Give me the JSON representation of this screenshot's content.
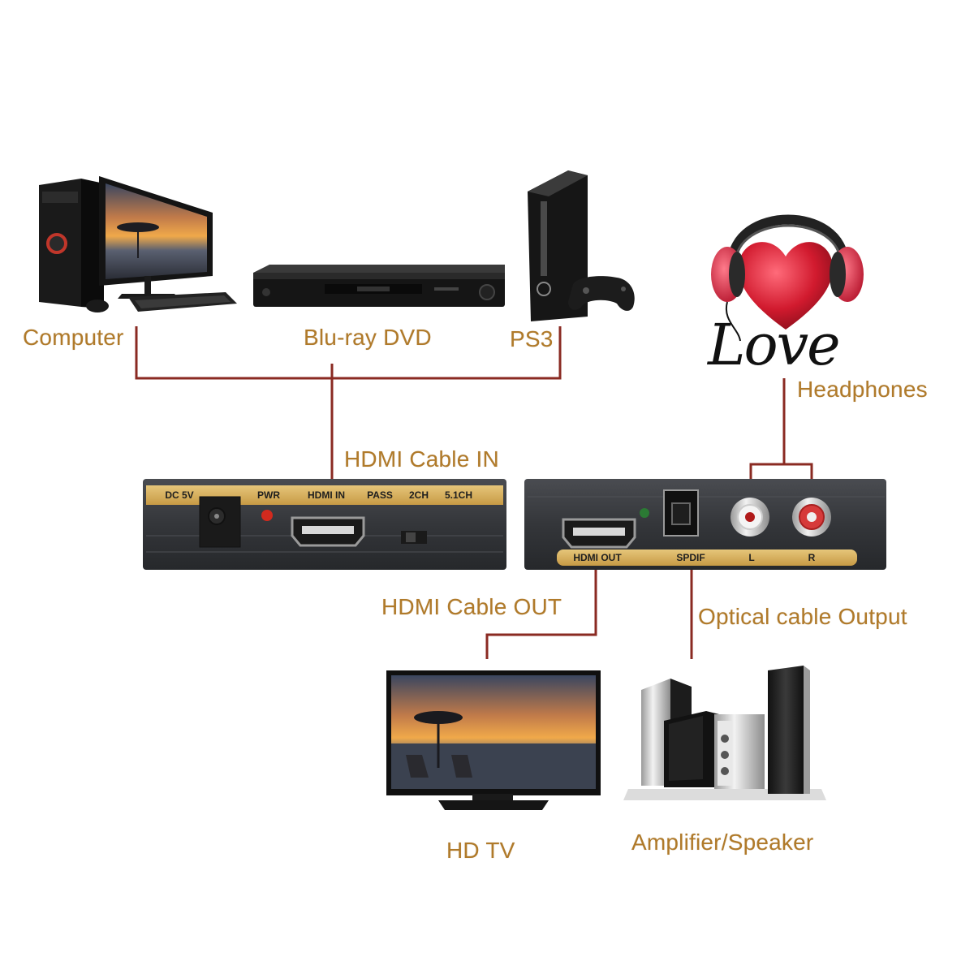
{
  "colors": {
    "label": "#b07a2a",
    "connector": "#8a2a22",
    "panel": "#3a3c40",
    "strip": "#d8b25a"
  },
  "sources": {
    "computer": "Computer",
    "bluray": "Blu-ray DVD",
    "ps3": "PS3"
  },
  "headphones": {
    "label": "Headphones",
    "love_text": "Love"
  },
  "cables": {
    "hdmi_in": "HDMI Cable IN",
    "hdmi_out": "HDMI Cable OUT",
    "optical_out": "Optical cable Output"
  },
  "device": {
    "left_panel": [
      "DC 5V",
      "PWR",
      "HDMI IN",
      "PASS",
      "2CH",
      "5.1CH"
    ],
    "right_panel": [
      "HDMI OUT",
      "SPDIF",
      "L",
      "R"
    ]
  },
  "outputs": {
    "hdtv": "HD TV",
    "amplifier": "Amplifier/Speaker"
  }
}
